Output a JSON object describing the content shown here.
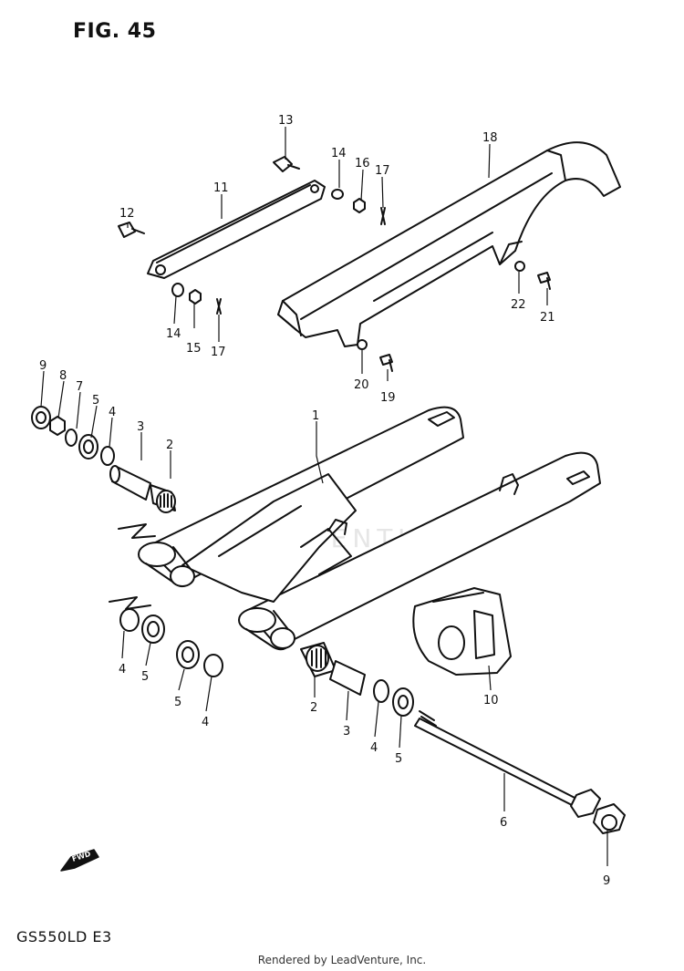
{
  "figure": {
    "title": "FIG. 45",
    "model": "GS550LD E3",
    "footer": "Rendered by LeadVenture, Inc.",
    "watermark": "LEADVENTURE"
  },
  "fwd_label": "FWD",
  "callouts": [
    "1",
    "2",
    "3",
    "4",
    "5",
    "6",
    "7",
    "8",
    "9",
    "10",
    "11",
    "12",
    "13",
    "14",
    "15",
    "16",
    "17",
    "18",
    "19",
    "20",
    "21",
    "22"
  ],
  "callout_labels": {
    "c1": "1",
    "c2a": "2",
    "c3a": "3",
    "c4a": "4",
    "c5a": "5",
    "c7": "7",
    "c8": "8",
    "c9a": "9",
    "c4b": "4",
    "c5b": "5",
    "c5c": "5",
    "c4c": "4",
    "c2b": "2",
    "c3b": "3",
    "c4d": "4",
    "c5d": "5",
    "c6": "6",
    "c9b": "9",
    "c10": "10",
    "c11": "11",
    "c12": "12",
    "c13": "13",
    "c14a": "14",
    "c16": "16",
    "c17a": "17",
    "c14b": "14",
    "c15": "15",
    "c17b": "17",
    "c18": "18",
    "c19": "19",
    "c20": "20",
    "c21": "21",
    "c22": "22"
  }
}
